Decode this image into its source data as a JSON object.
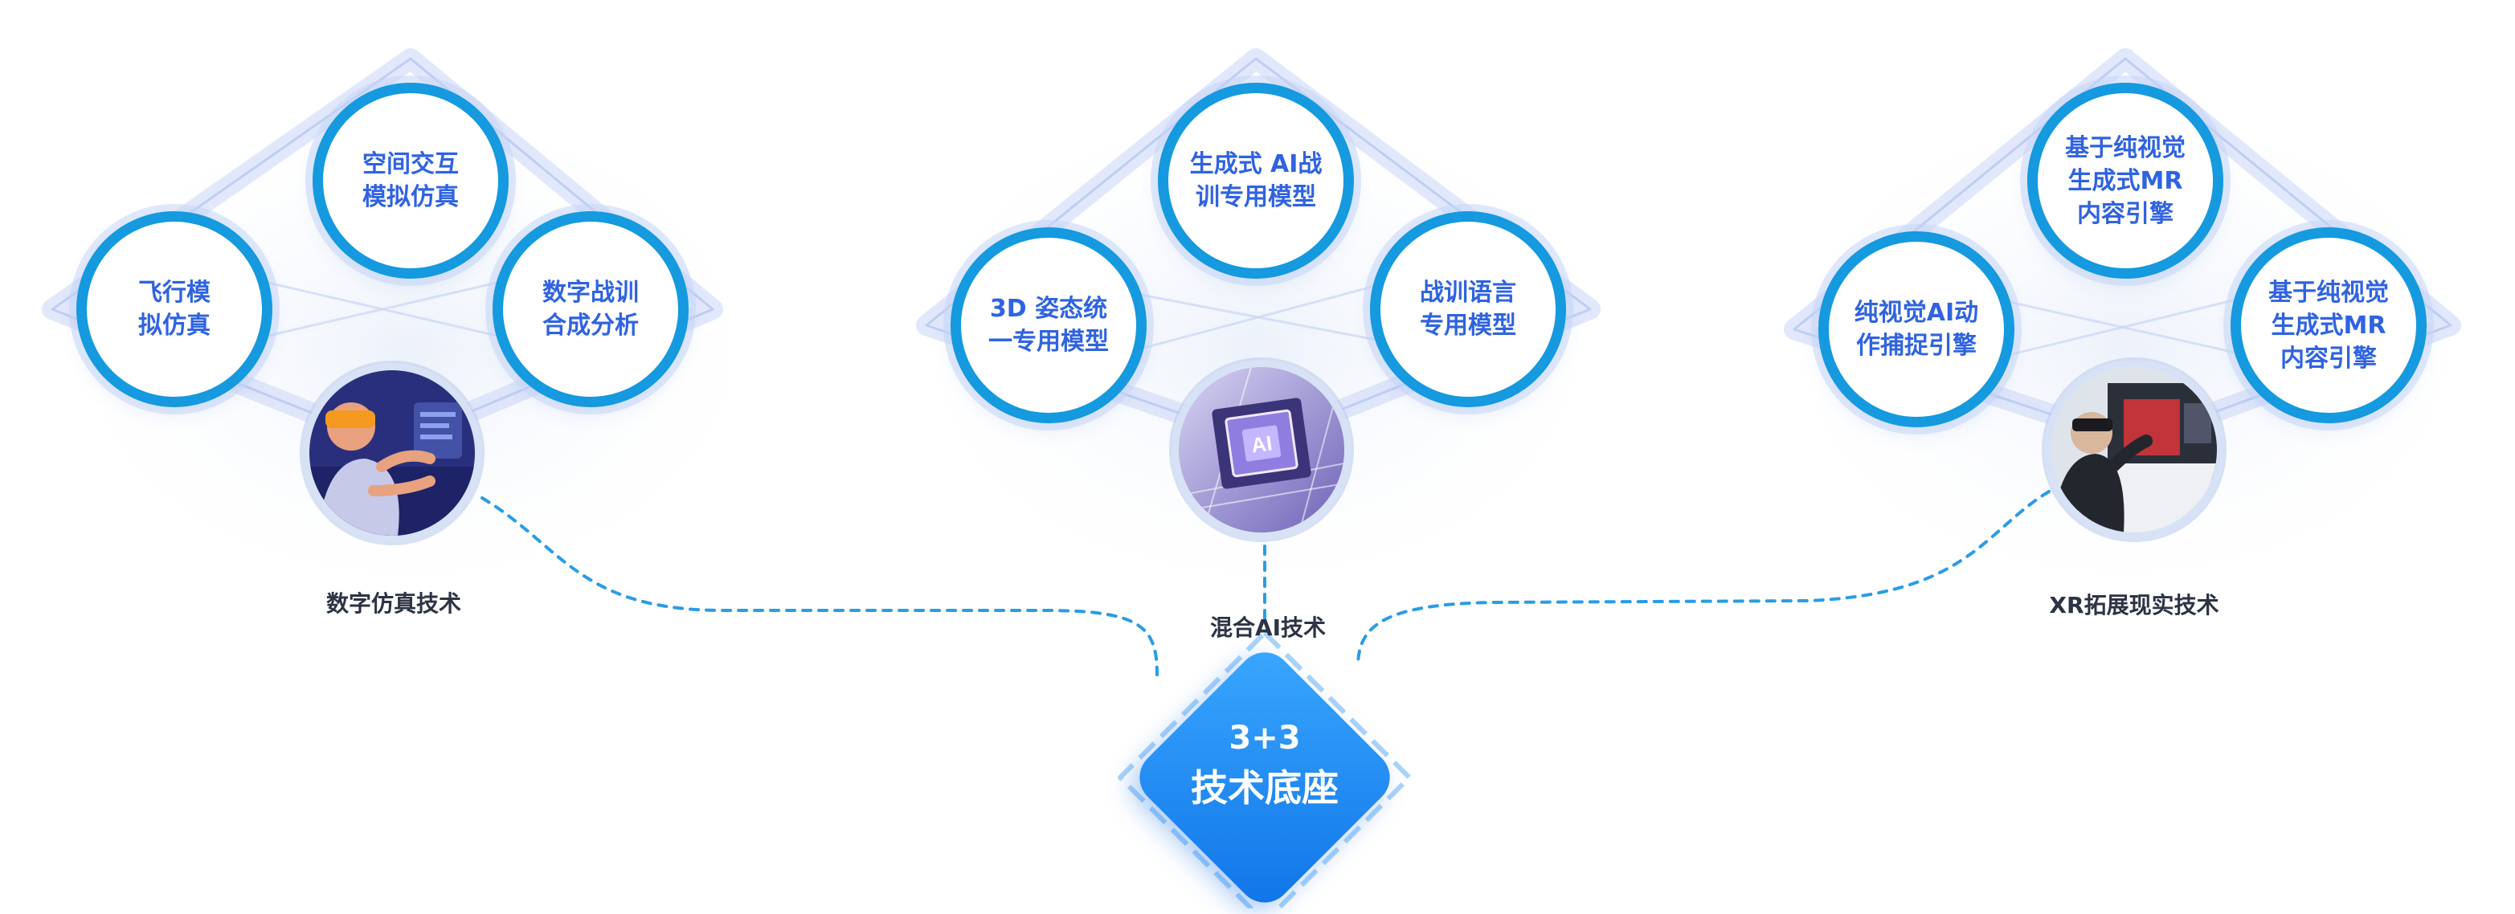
{
  "groups": [
    {
      "label": "数字仿真技术",
      "nodes": [
        "空间交互\n模拟仿真",
        "飞行模\n拟仿真",
        "数字战训\n合成分析"
      ]
    },
    {
      "label": "混合AI技术",
      "nodes": [
        "生成式 AI战\n训专用模型",
        "3D 姿态统\n一专用模型",
        "战训语言\n专用模型"
      ]
    },
    {
      "label": "XR拓展现实技术",
      "nodes": [
        "基于纯视觉\n生成式MR\n内容引擎",
        "纯视觉AI动\n作捕捉引擎",
        "基于纯视觉\n生成式MR\n内容引擎"
      ]
    }
  ],
  "hub": {
    "line1": "3+3",
    "line2": "技术底座"
  },
  "icons": [
    "vr-user-photo",
    "ai-chip-photo",
    "xr-user-photo"
  ],
  "colors": {
    "ring": "#1599df",
    "node_text": "#2f63e0",
    "connector": "#2a9ce6",
    "hub_gradient": [
      "#3aa8ff",
      "#0f74e8"
    ]
  }
}
